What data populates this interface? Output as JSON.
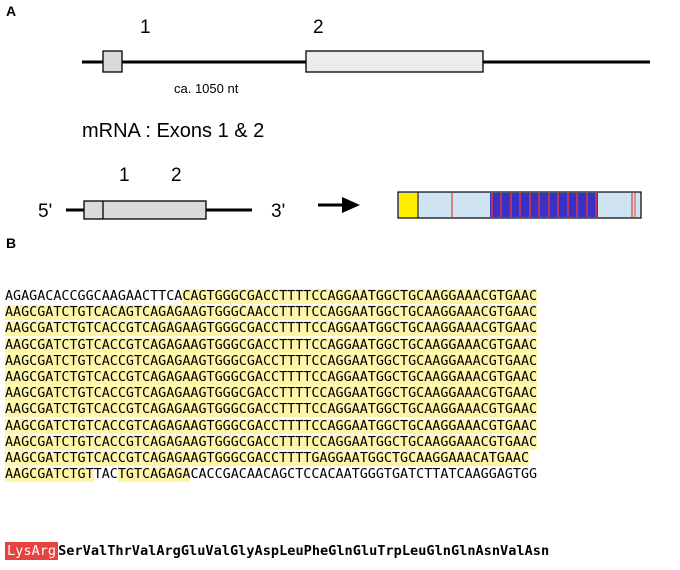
{
  "panel_a": {
    "label": "A",
    "gene": {
      "exon_labels": [
        "1",
        "2"
      ],
      "intron_length": "ca. 1050 nt"
    },
    "mrna_title": "mRNA : Exons 1 & 2",
    "mrna": {
      "exon_labels": [
        "1",
        "2"
      ],
      "five_prime": "5'",
      "three_prime": "3'"
    },
    "protein_diagram": {
      "colors": {
        "yellow": "#ffee00",
        "body": "#cfe4f2",
        "repeat_bg": "#3a2fc7",
        "repeat_lines": "#e03a3a"
      }
    }
  },
  "panel_b": {
    "label": "B",
    "sequence_lines": [
      [
        {
          "t": "AGAGACACCGGCAAGAACTTCA",
          "h": false
        },
        {
          "t": "CAGTGGGCGACCTTTTCCAGGAATGGCTGCAAGGAAACGTGAAC",
          "h": true
        }
      ],
      [
        {
          "t": "AAGCGATCTGTCACAGTCAGAGAAGTGGGCAACCTTTTCCAGGAATGGCTGCAAGGAAACGTGAAC",
          "h": true
        }
      ],
      [
        {
          "t": "AAGCGATCTGTCACCGTCAGAGAAGTGGGCGACCTTTTCCAGGAATGGCTGCAAGGAAACGTGAAC",
          "h": true
        }
      ],
      [
        {
          "t": "AAGCGATCTGTCACCGTCAGAGAAGTGGGCGACCTTTTCCAGGAATGGCTGCAAGGAAACGTGAAC",
          "h": true
        }
      ],
      [
        {
          "t": "AAGCGATCTGTCACCGTCAGAGAAGTGGGCGACCTTTTCCAGGAATGGCTGCAAGGAAACGTGAAC",
          "h": true
        }
      ],
      [
        {
          "t": "AAGCGATCTGTCACCGTCAGAGAAGTGGGCGACCTTTTCCAGGAATGGCTGCAAGGAAACGTGAAC",
          "h": true
        }
      ],
      [
        {
          "t": "AAGCGATCTGTCACCGTCAGAGAAGTGGGCGACCTTTTCCAGGAATGGCTGCAAGGAAACGTGAAC",
          "h": true
        }
      ],
      [
        {
          "t": "AAGCGATCTGTCACCGTCAGAGAAGTGGGCGACCTTTTCCAGGAATGGCTGCAAGGAAACGTGAAC",
          "h": true
        }
      ],
      [
        {
          "t": "AAGCGATCTGTCACCGTCAGAGAAGTGGGCGACCTTTTCCAGGAATGGCTGCAAGGAAACGTGAAC",
          "h": true
        }
      ],
      [
        {
          "t": "AAGCGATCTGTCACCGTCAGAGAAGTGGGCGACCTTTTCCAGGAATGGCTGCAAGGAAACGTGAAC",
          "h": true
        }
      ],
      [
        {
          "t": "AAGCGATCTGTCACCGTCAGAGAAGTGGGCGACCTTTTGAGGAATGGCTGCAAGGAAACATGAAC",
          "h": true
        }
      ],
      [
        {
          "t": "AAGCGATCTGT",
          "h": true
        },
        {
          "t": "TAC",
          "h": false
        },
        {
          "t": "TGTCAGAGA",
          "h": true
        },
        {
          "t": "CACCGACAACAGCTCCACAATGGGTGATCTTATCAAGGAGTGG",
          "h": false
        }
      ]
    ],
    "protein": {
      "tag": "LysArg",
      "rest": "SerValThrValArgGluValGlyAspLeuPheGlnGluTrpLeuGlnGlnAsnValAsn"
    }
  }
}
